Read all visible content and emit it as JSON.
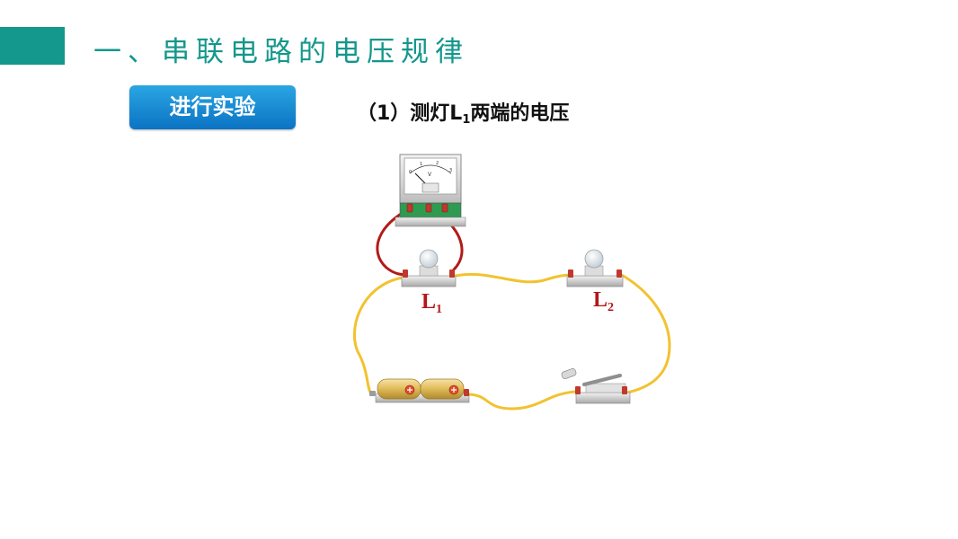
{
  "header": {
    "title": "一、串联电路的电压规律"
  },
  "badge": {
    "label": "进行实验"
  },
  "step": {
    "prefix": "（1）测灯L",
    "subscript": "1",
    "suffix": "两端的电压"
  },
  "labels": {
    "l1": {
      "letter": "L",
      "sub": "1"
    },
    "l2": {
      "letter": "L",
      "sub": "2"
    }
  },
  "voltmeter": {
    "unit": "V",
    "scale": [
      "0",
      "1",
      "2",
      "3"
    ]
  },
  "colors": {
    "accent": "#14978c",
    "badge": "#1a8fd6",
    "wire_meter": "#b01c18",
    "wire_circuit": "#f2c230",
    "label": "#b4161b"
  }
}
